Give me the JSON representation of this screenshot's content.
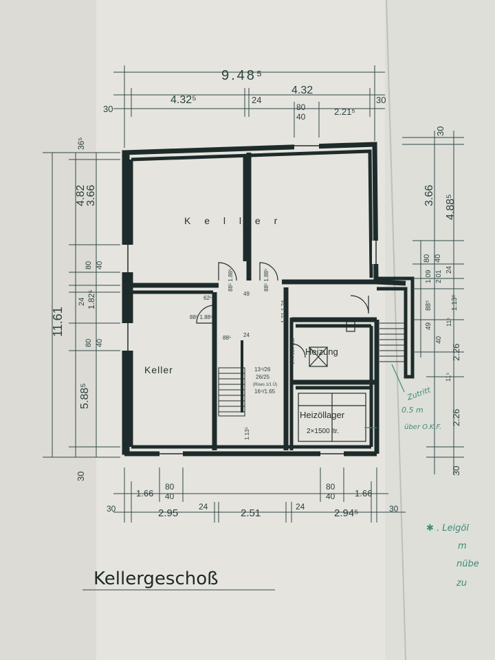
{
  "title": "Kellergeschoß",
  "colors": {
    "paper": "#ecebe6",
    "ink": "#1e2b2b",
    "dim_ink": "#2f4746",
    "pen_green": "#3d8a78"
  },
  "rooms": {
    "keller_top": "K  e  l  l  e  r",
    "keller_left": "Keller",
    "heizung": "Heizung",
    "heizoellager": "Heizöllager",
    "tank": "2×1500 ltr."
  },
  "dimensions": {
    "top": {
      "overall": "9.48⁵",
      "left_span": "4.32⁵",
      "right_span": "4.32",
      "wall_left": "30",
      "wall_mid": "24",
      "wall_right": "30",
      "window_h": "80",
      "window_w": "40",
      "right_sub": "2.21⁵"
    },
    "left": {
      "overall": "11.61",
      "upper": "4.82",
      "upper_room": "3.66",
      "top_wall": "36⁵",
      "win1_h": "80",
      "win1_w": "40",
      "mid_room": "1.82⁵",
      "mid_wall": "24",
      "win2_h": "80",
      "win2_w": "40",
      "lower": "5.88⁵",
      "bottom_wall": "30"
    },
    "right": {
      "top_wall": "30",
      "upper_room": "3.66",
      "upper": "4.88⁵",
      "win_h": "80",
      "win_w": "40",
      "s1": "1.09",
      "s2": "2.01",
      "s3": "24",
      "s4": "88⁵",
      "s5": "1.13⁵",
      "s6": "49",
      "s7": "40",
      "s8": "11⁵",
      "s9": "2.26",
      "s10": "2.26",
      "s11": "11⁵",
      "bottom_wall": "30"
    },
    "bottom": {
      "wall_left": "30",
      "w1": "1.66",
      "win_l_h": "80",
      "win_l_w": "40",
      "room1": "2.95",
      "wall1": "24",
      "room2": "2.51",
      "wall2": "24",
      "room3": "2.94⁵",
      "win_r_h": "80",
      "win_r_w": "40",
      "w2": "1.66",
      "wall_right": "30"
    }
  },
  "annotations": {
    "door1": "88⁵ 1.88⁵",
    "door2": "88⁵ 1.88⁵",
    "door3": "88⁵ 1.88⁵",
    "door4": "88⁵",
    "stair_rise": "13⁴/26",
    "stair_run": "26/25",
    "stair_note": "(Rises 1/1 Ü)",
    "stair_h": "16⁴/1.65",
    "stair_len": "1.13⁵",
    "door_small": "62⁵",
    "corr_w": "49",
    "corr_24": "24",
    "heiz_dim": "1.21 1.24",
    "heiz_dim2": "1.74  1.24 1.55",
    "pen_note1": "Zutritt",
    "pen_note2": "0.5 m",
    "pen_note3": "über O.K.F.",
    "margin_star": "✱ . Leigöl",
    "margin_2": "m",
    "margin_3": "nübe",
    "margin_4": "zu"
  }
}
